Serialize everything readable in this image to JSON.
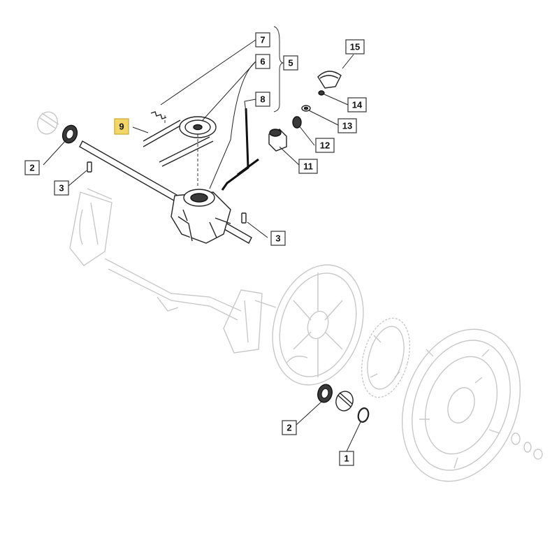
{
  "callouts": [
    {
      "id": "c7",
      "label": "7"
    },
    {
      "id": "c6",
      "label": "6"
    },
    {
      "id": "c5",
      "label": "5"
    },
    {
      "id": "c8",
      "label": "8"
    },
    {
      "id": "c9",
      "label": "9"
    },
    {
      "id": "c15",
      "label": "15"
    },
    {
      "id": "c14",
      "label": "14"
    },
    {
      "id": "c13",
      "label": "13"
    },
    {
      "id": "c12",
      "label": "12"
    },
    {
      "id": "c11",
      "label": "11"
    },
    {
      "id": "c2a",
      "label": "2"
    },
    {
      "id": "c3a",
      "label": "3"
    },
    {
      "id": "c3b",
      "label": "3"
    },
    {
      "id": "c2b",
      "label": "2"
    },
    {
      "id": "c1",
      "label": "1"
    }
  ],
  "colors": {
    "line": "#222222",
    "ghost": "#c8c8c8",
    "highlight": "#f3d66a"
  }
}
